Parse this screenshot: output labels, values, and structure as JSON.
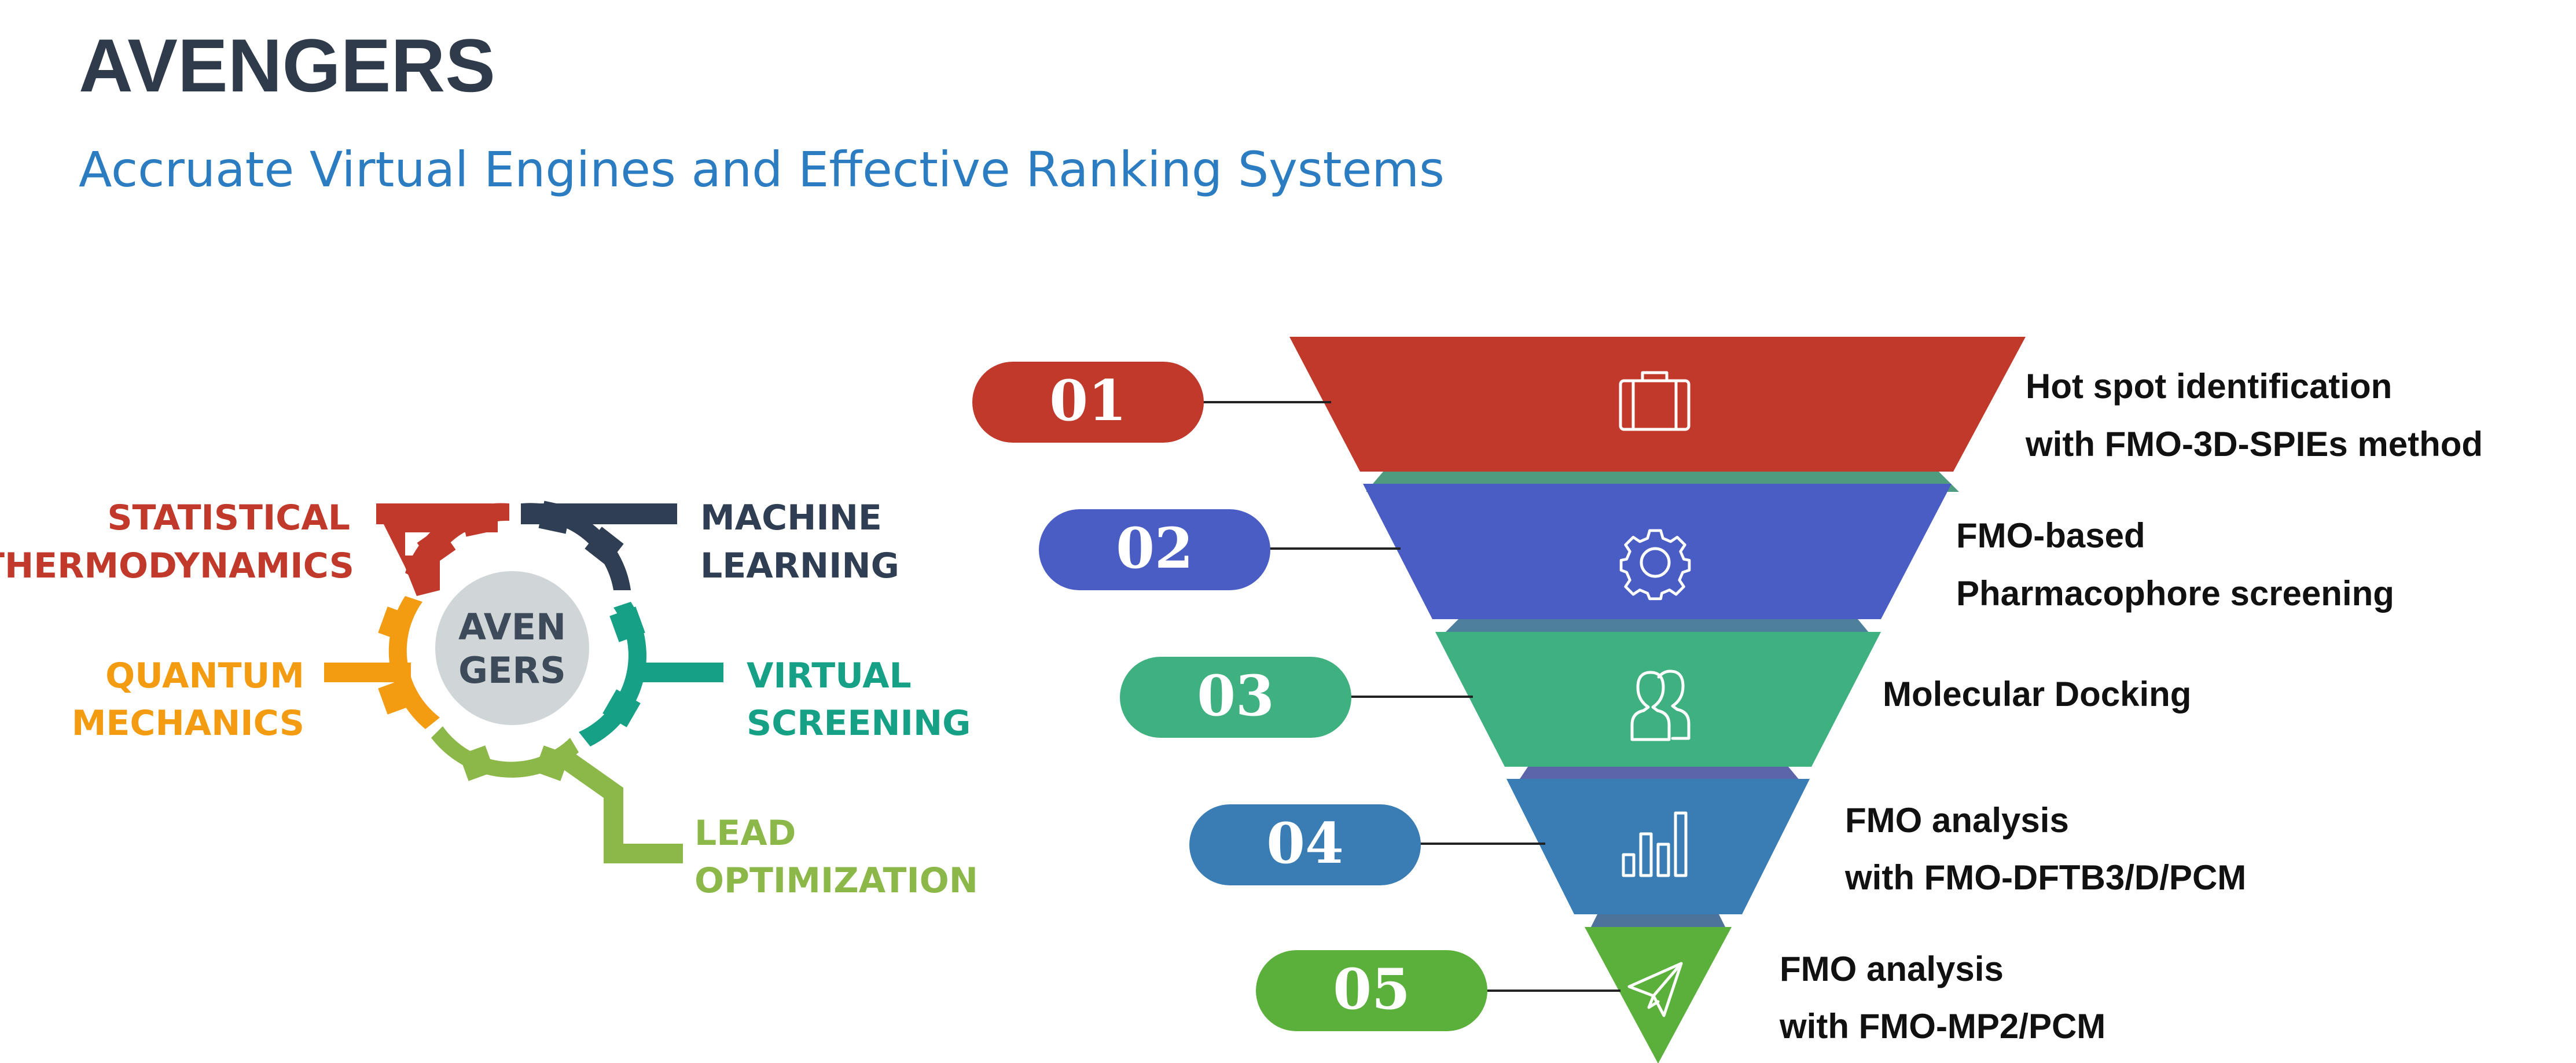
{
  "header": {
    "title": "AVENGERS",
    "subtitle": "Accruate Virtual Engines and Effective Ranking Systems"
  },
  "gear": {
    "center_line1": "AVEN",
    "center_line2": "GERS",
    "segments": [
      {
        "line1": "STATISTICAL",
        "line2": "THERMODYNAMICS",
        "color": "#c0392b"
      },
      {
        "line1": "MACHINE",
        "line2": "LEARNING",
        "color": "#2f3e52"
      },
      {
        "line1": "QUANTUM",
        "line2": "MECHANICS",
        "color": "#f39c12"
      },
      {
        "line1": "VIRTUAL",
        "line2": "SCREENING",
        "color": "#16a085"
      },
      {
        "line1": "LEAD",
        "line2": "OPTIMIZATION",
        "color": "#8cb84a"
      }
    ],
    "center_fill": "#d0d6d8"
  },
  "funnel": {
    "steps": [
      {
        "number": "01",
        "line1": "Hot spot identification",
        "line2": "with FMO-3D-SPIEs method",
        "color": "#c0392b",
        "icon": "briefcase-icon"
      },
      {
        "number": "02",
        "line1": "FMO-based",
        "line2": "Pharmacophore screening",
        "color": "#4a5dc4",
        "icon": "gear-icon"
      },
      {
        "number": "03",
        "line1": "Molecular Docking",
        "line2": "",
        "color": "#3fb07f",
        "icon": "users-icon"
      },
      {
        "number": "04",
        "line1": "FMO analysis",
        "line2": "with FMO-DFTB3/D/PCM",
        "color": "#3a7db5",
        "icon": "bar-chart-icon"
      },
      {
        "number": "05",
        "line1": "FMO analysis",
        "line2": "with FMO-MP2/PCM",
        "color": "#5ab03a",
        "icon": "paper-plane-icon"
      }
    ]
  }
}
